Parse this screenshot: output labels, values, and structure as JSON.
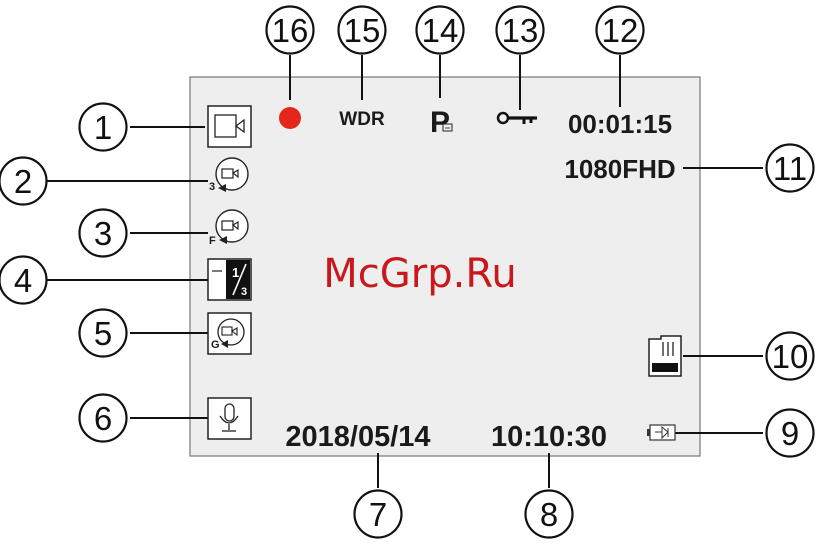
{
  "screen": {
    "background": "#eeeeee",
    "rec_time": "00:01:15",
    "resolution": "1080FHD",
    "date": "2018/05/14",
    "time": "10:10:30",
    "wdr": "WDR",
    "parking_letter": "P",
    "watermark": "McGrp.Ru",
    "record_dot_color": "#e5261b",
    "watermark_color": "#c8171d"
  },
  "icons": {
    "loop_3_subscript": "3",
    "loop_f_subscript": "F",
    "loop_g_subscript": "G",
    "exposure_num": "1",
    "exposure_den": "3"
  },
  "callouts": [
    {
      "number": "1",
      "icon": "video-mode-icon"
    },
    {
      "number": "2",
      "icon": "loop-recording-3-icon"
    },
    {
      "number": "3",
      "icon": "loop-recording-f-icon"
    },
    {
      "number": "4",
      "icon": "exposure-icon"
    },
    {
      "number": "5",
      "icon": "g-sensor-icon"
    },
    {
      "number": "6",
      "icon": "microphone-icon"
    },
    {
      "number": "7",
      "icon": "date-label"
    },
    {
      "number": "8",
      "icon": "time-label"
    },
    {
      "number": "9",
      "icon": "battery-icon"
    },
    {
      "number": "10",
      "icon": "sd-card-icon"
    },
    {
      "number": "11",
      "icon": "resolution-label"
    },
    {
      "number": "12",
      "icon": "recording-time-label"
    },
    {
      "number": "13",
      "icon": "lock-key-icon"
    },
    {
      "number": "14",
      "icon": "parking-icon"
    },
    {
      "number": "15",
      "icon": "wdr-label"
    },
    {
      "number": "16",
      "icon": "recording-dot-icon"
    }
  ]
}
